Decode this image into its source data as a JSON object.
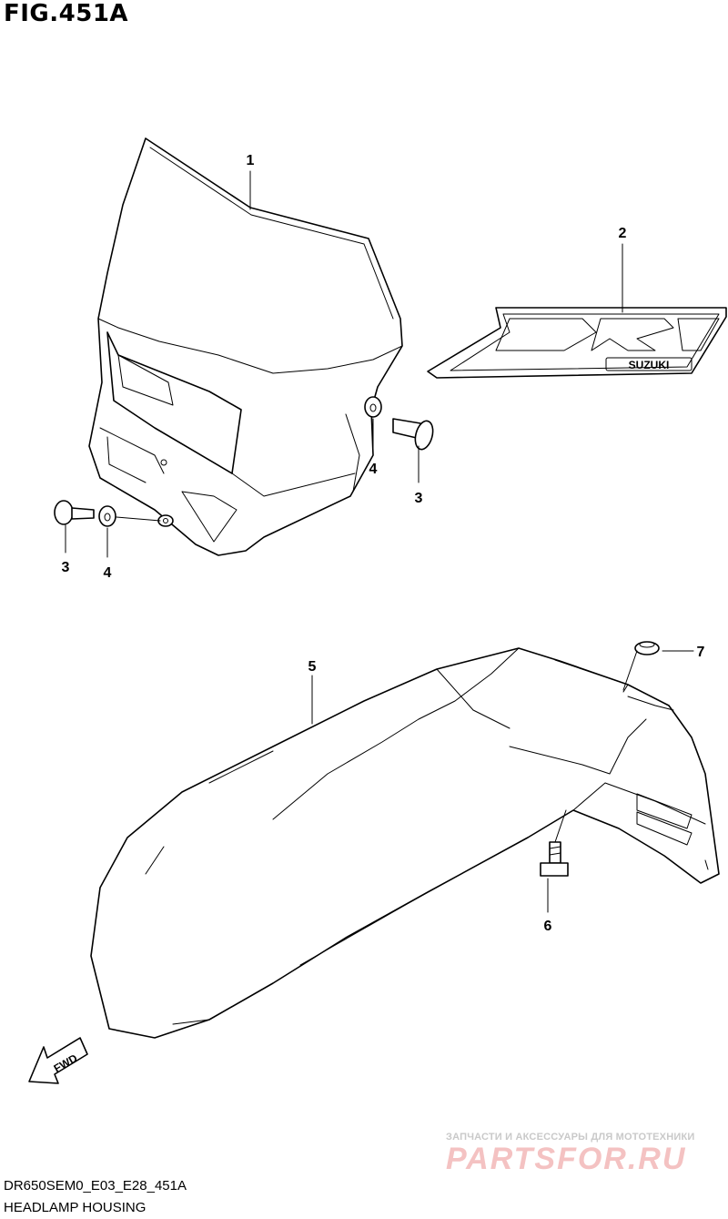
{
  "figure": {
    "title": "FIG.451A"
  },
  "callouts": [
    {
      "id": "1",
      "label": "1"
    },
    {
      "id": "2",
      "label": "2"
    },
    {
      "id": "3a",
      "label": "3"
    },
    {
      "id": "4a",
      "label": "4"
    },
    {
      "id": "3b",
      "label": "3"
    },
    {
      "id": "4b",
      "label": "4"
    },
    {
      "id": "5",
      "label": "5"
    },
    {
      "id": "6",
      "label": "6"
    },
    {
      "id": "7",
      "label": "7"
    }
  ],
  "decal": {
    "brand": "SUZUKI"
  },
  "fwd_arrow": {
    "label": "FWD"
  },
  "footer": {
    "code": "DR650SEM0_E03_E28_451A",
    "caption": "HEADLAMP HOUSING"
  },
  "watermark": {
    "subtitle": "ЗАПЧАСТИ И АКСЕССУАРЫ ДЛЯ МОТОТЕХНИКИ",
    "name": "PARTSFOR.RU"
  }
}
